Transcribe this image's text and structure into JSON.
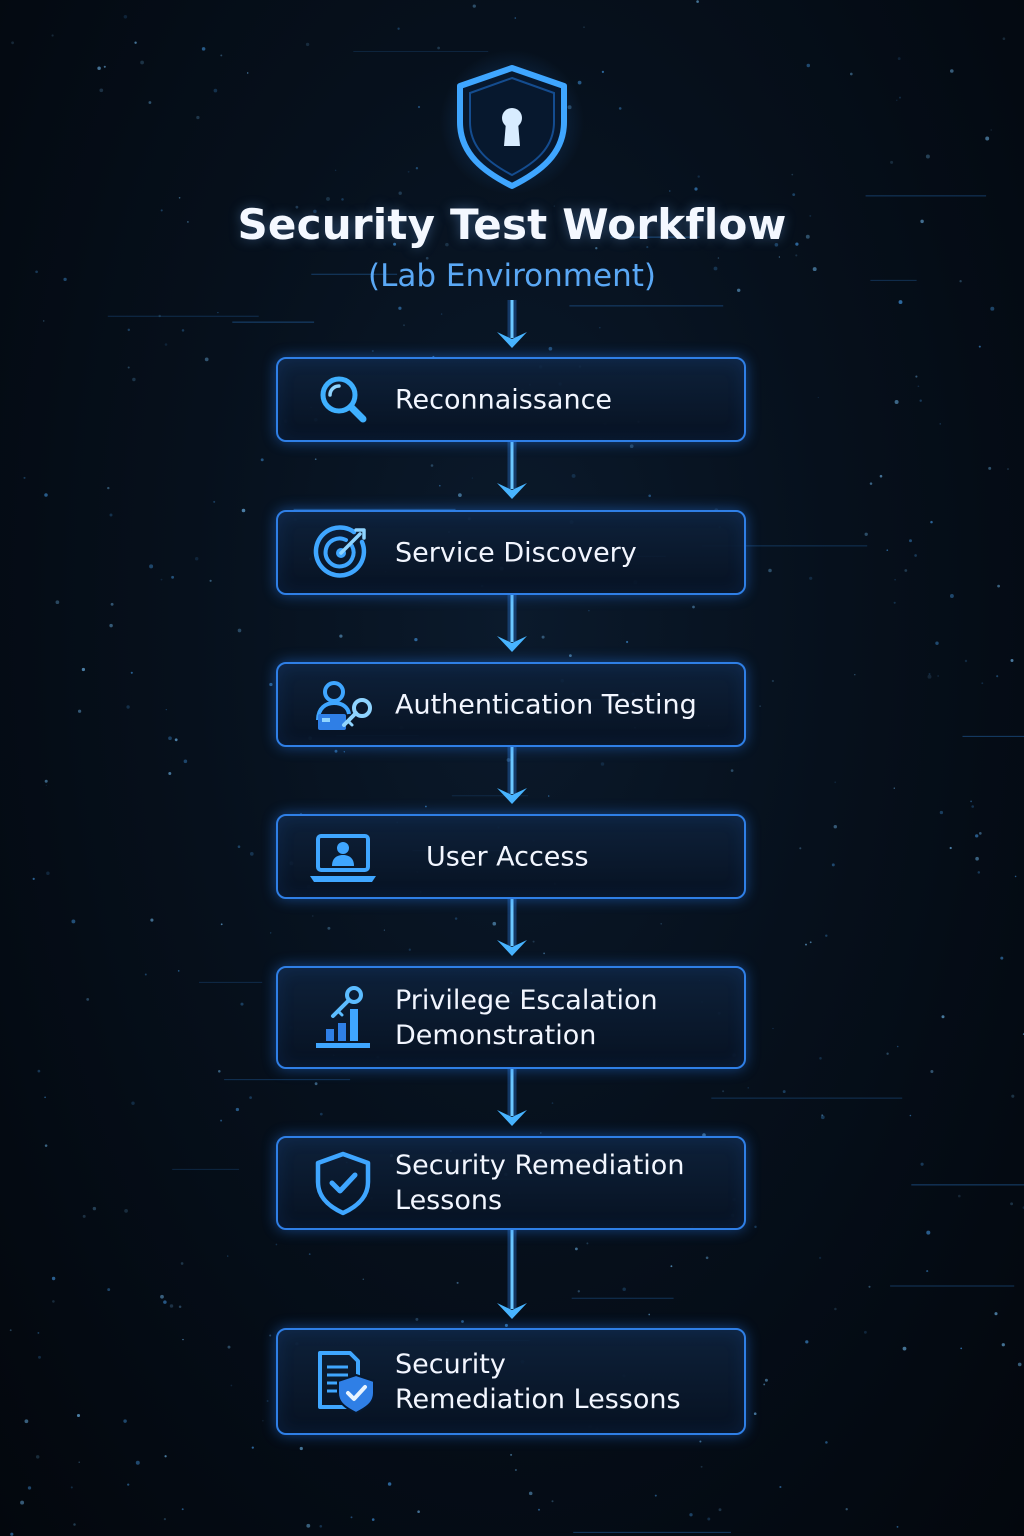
{
  "diagram": {
    "title": "Security Test Workflow",
    "subtitle": "(Lab Environment)",
    "colors": {
      "background": "#05101c",
      "accent": "#2f7fe6",
      "glow": "#48b4ff",
      "subtitle": "#5aa8f5"
    },
    "header_icon": "shield-keyhole-icon",
    "steps": [
      {
        "label": "Reconnaissance",
        "icon": "magnifier-icon"
      },
      {
        "label": "Service Discovery",
        "icon": "target-icon"
      },
      {
        "label": "Authentication Testing",
        "icon": "user-key-icon"
      },
      {
        "label": "User Access",
        "icon": "laptop-user-icon"
      },
      {
        "label": "Privilege Escalation\nDemonstration",
        "icon": "key-bar-chart-icon"
      },
      {
        "label": "Security Remediation\nLessons",
        "icon": "shield-check-icon"
      },
      {
        "label": "Security\nRemediation Lessons",
        "icon": "document-shield-icon"
      }
    ]
  }
}
